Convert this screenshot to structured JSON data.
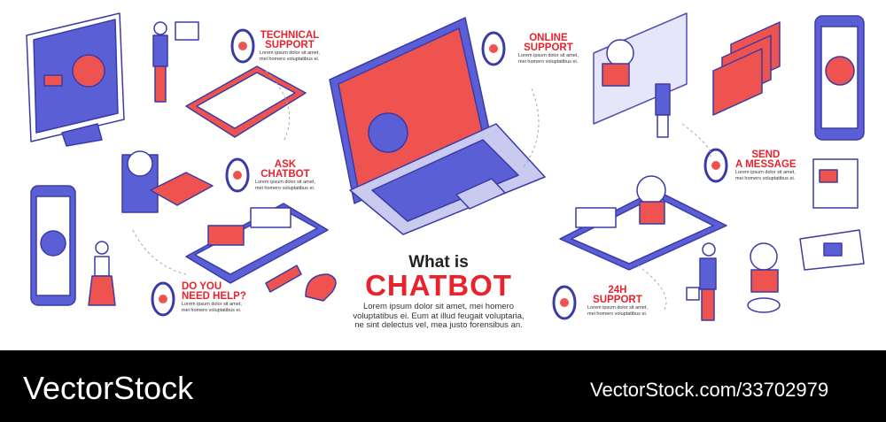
{
  "colors": {
    "accent": "#e8232d",
    "purple": "#5a5fd6",
    "outline": "#3b3ba6",
    "red": "#ef5350",
    "band": "#000000"
  },
  "center": {
    "heading_small": "What is",
    "heading_big": "CHATBOT",
    "body": [
      "Lorem ipsum dolor sit amet, mei homero",
      "voluptatibus ei. Eum at illud feugait voluptaria,",
      "ne sint delectus vel, mea justo forensibus an."
    ]
  },
  "callouts": [
    {
      "title": [
        "TECHNICAL",
        "SUPPORT"
      ],
      "text": [
        "Lorem ipsum dolor sit amet,",
        "mei homero voluptatibus ei."
      ],
      "icon": "phone-icon"
    },
    {
      "title": [
        "ASK",
        "CHATBOT"
      ],
      "text": [
        "Lorem ipsum dolor sit amet,",
        "mei homero voluptatibus ei."
      ],
      "icon": "phone-icon"
    },
    {
      "title": [
        "DO YOU",
        "NEED HELP?"
      ],
      "text": [
        "Lorem ipsum dolor sit amet,",
        "mei homero voluptatibus ei."
      ],
      "icon": "phone-icon"
    },
    {
      "title": [
        "ONLINE",
        "SUPPORT"
      ],
      "text": [
        "Lorem ipsum dolor sit amet,",
        "mei homero voluptatibus ei."
      ],
      "icon": "phone-icon"
    },
    {
      "title": [
        "SEND",
        "A MESSAGE"
      ],
      "text": [
        "Lorem ipsum dolor sit amet,",
        "mei homero voluptatibus ei."
      ],
      "icon": "phone-icon"
    },
    {
      "title": [
        "24H",
        "SUPPORT"
      ],
      "text": [
        "Lorem ipsum dolor sit amet,",
        "mei homero voluptatibus ei."
      ],
      "icon": "phone-icon"
    }
  ],
  "watermark": {
    "brand": "VectorStock",
    "id": "VectorStock.com/33702979"
  }
}
